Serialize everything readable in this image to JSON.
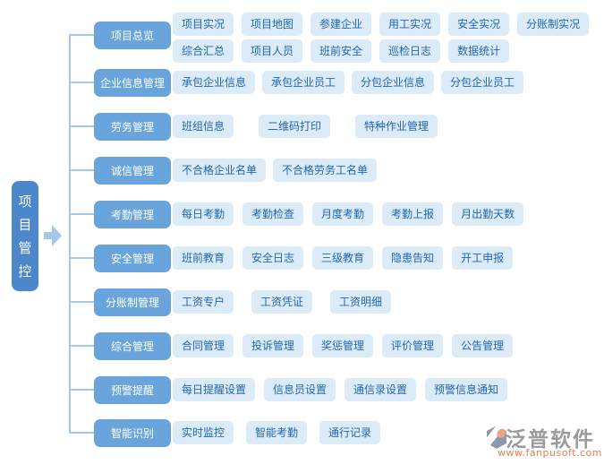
{
  "root": {
    "label": "项目管控"
  },
  "branches": [
    {
      "label": "项目总览",
      "rows": [
        [
          "项目实况",
          "项目地图",
          "参建企业",
          "用工实况",
          "安全实况",
          "分账制实况"
        ],
        [
          "综合汇总",
          "项目人员",
          "班前安全",
          "巡检日志",
          "数据统计"
        ]
      ]
    },
    {
      "label": "企业信息管理",
      "rows": [
        [
          "承包企业信息",
          "承包企业员工",
          "分包企业信息",
          "分包企业员工"
        ]
      ]
    },
    {
      "label": "劳务管理",
      "rows": [
        [
          "班组信息",
          "二维码打印",
          "特种作业管理"
        ]
      ]
    },
    {
      "label": "诚信管理",
      "rows": [
        [
          "不合格企业名单",
          "不合格劳务工名单"
        ]
      ]
    },
    {
      "label": "考勤管理",
      "rows": [
        [
          "每日考勤",
          "考勤检查",
          "月度考勤",
          "考勤上报",
          "月出勤天数"
        ]
      ]
    },
    {
      "label": "安全管理",
      "rows": [
        [
          "班前教育",
          "安全日志",
          "三级教育",
          "隐患告知",
          "开工申报"
        ]
      ]
    },
    {
      "label": "分账制管理",
      "rows": [
        [
          "工资专户",
          "工资凭证",
          "工资明细"
        ]
      ]
    },
    {
      "label": "综合管理",
      "rows": [
        [
          "合同管理",
          "投诉管理",
          "奖惩管理",
          "评价管理",
          "公告管理"
        ]
      ]
    },
    {
      "label": "预警提醒",
      "rows": [
        [
          "每日提醒设置",
          "信息员设置",
          "通信录设置",
          "预警信息通知"
        ]
      ]
    },
    {
      "label": "智能识别",
      "rows": [
        [
          "实时监控",
          "智能考勤",
          "通行记录"
        ]
      ]
    }
  ],
  "logo": {
    "name": "泛普软件",
    "url": "www.fanpusoft.com"
  },
  "colors": {
    "root_bg": "#4b87ca",
    "category_bg": "#69a5dc",
    "item_bg": "#dcebf8",
    "item_text": "#2167ae",
    "line": "#a5c8ea",
    "logo_gray": "#9b9b9b",
    "logo_orange": "#e57e54",
    "logo_icon_blue": "#8a97ac",
    "logo_icon_salmon": "#eba487"
  }
}
